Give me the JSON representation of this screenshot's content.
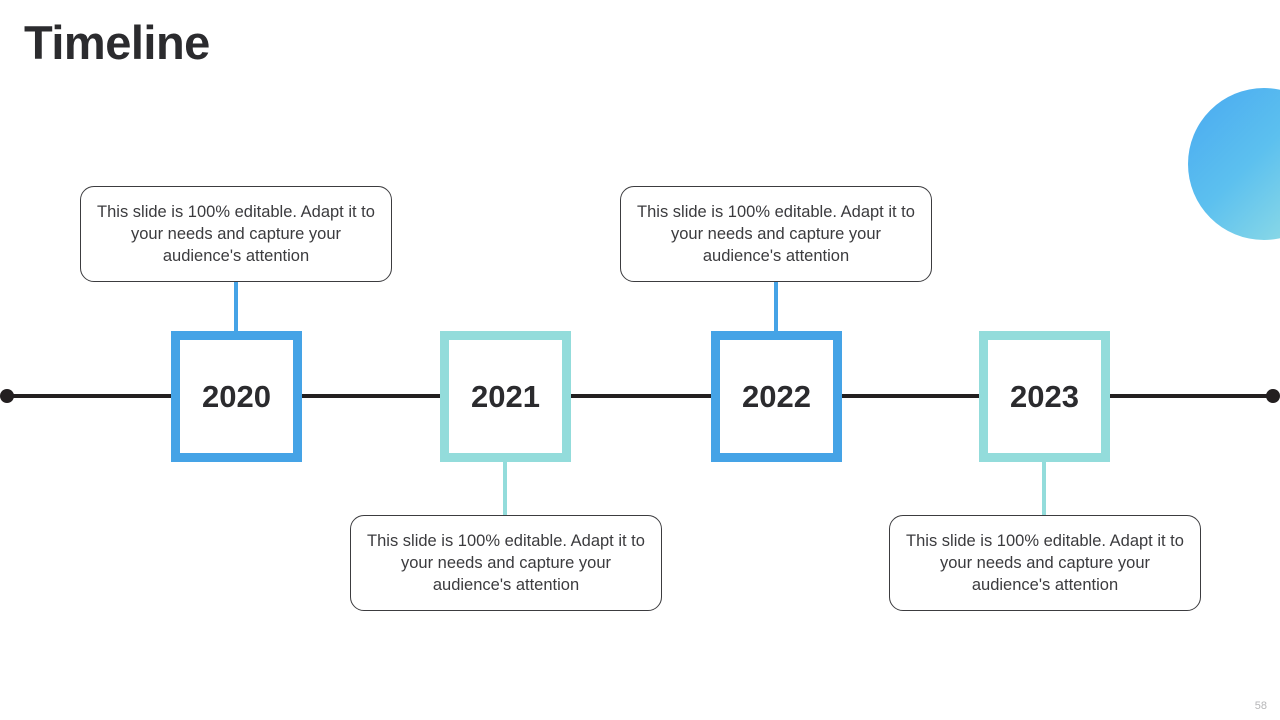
{
  "slide": {
    "title": "Timeline",
    "page_number": "58",
    "background_color": "#ffffff"
  },
  "theme": {
    "accent_blue": "#45a3e6",
    "accent_teal": "#93dcdb",
    "axis_color": "#231f20",
    "text_color": "#3b3b3e",
    "title_color": "#2b2b2e"
  },
  "decoration": {
    "circle_gradient_from": "#49a9f0",
    "circle_gradient_to": "#9fe4e2"
  },
  "timeline": {
    "milestones": [
      {
        "year": "2020",
        "accent": "blue",
        "callout_position": "above",
        "description": "This slide is 100% editable. Adapt it to your needs and capture your audience's attention"
      },
      {
        "year": "2021",
        "accent": "teal",
        "callout_position": "below",
        "description": "This slide is 100% editable. Adapt it to your needs and capture your audience's attention"
      },
      {
        "year": "2022",
        "accent": "blue",
        "callout_position": "above",
        "description": "This slide is 100% editable. Adapt it to your needs and capture your audience's attention"
      },
      {
        "year": "2023",
        "accent": "teal",
        "callout_position": "below",
        "description": "This slide is 100% editable. Adapt it to your needs and capture your audience's attention"
      }
    ]
  }
}
